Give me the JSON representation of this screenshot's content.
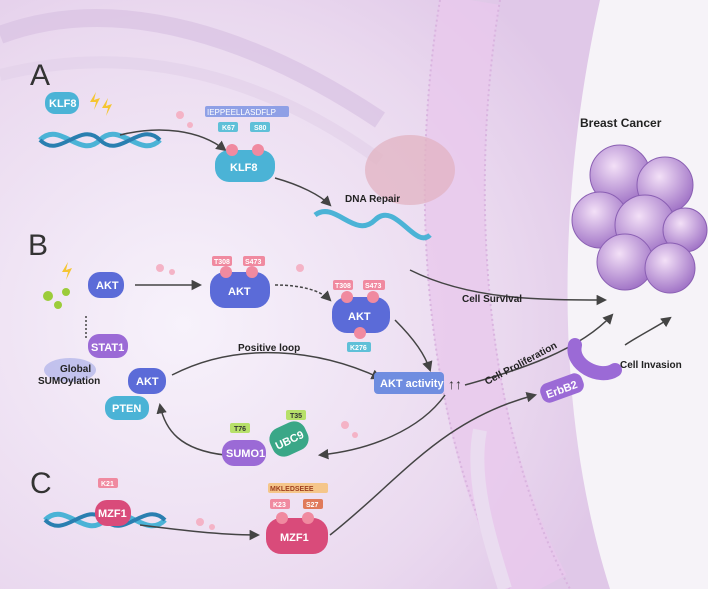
{
  "panels": {
    "a": "A",
    "b": "B",
    "c": "C"
  },
  "panel_a": {
    "klf8_top": "KLF8",
    "sequence": "IEPPEELLASDFLP",
    "site_k67": "K67",
    "site_s80": "S80",
    "klf8_main": "KLF8",
    "dna_repair": "DNA Repair"
  },
  "panel_b": {
    "akt1": "AKT",
    "akt2": "AKT",
    "akt2_t308": "T308",
    "akt2_s473": "S473",
    "akt3": "AKT",
    "akt3_t308": "T308",
    "akt3_s473": "S473",
    "akt3_k276": "K276",
    "stat1": "STAT1",
    "akt_sumo": "AKT",
    "pten": "PTEN",
    "global_sumo": "Global\nSUMOylation",
    "positive_loop": "Positive  loop",
    "akt_activity": "AKT activity",
    "up_arrows": "↑↑",
    "sumo1": "SUMO1",
    "sumo1_t76": "T76",
    "ubc9": "UBC9",
    "ubc9_t35": "T35"
  },
  "panel_c": {
    "k21": "K21",
    "mzf1_small": "MZF1",
    "motif": "MKLEDSEEE",
    "k23": "K23",
    "s27": "S27",
    "mzf1_main": "MZF1"
  },
  "outcomes": {
    "cell_survival": "Cell  Survival",
    "cell_proliferation": "Cell  Proliferation",
    "cell_invasion": "Cell Invasion",
    "erbb2": "ErbB2",
    "breast_cancer": "Breast Cancer"
  },
  "colors": {
    "akt": "#5b6bd8",
    "klf8": "#4bb3d6",
    "mzf1": "#d94b7a",
    "sumo": "#9b6ad6",
    "ubc9": "#3aa787",
    "tag_pink": "#f08aa0",
    "tag_blue": "#5fc0d8",
    "activity_box": "#6f8de0",
    "membrane": "#c79ad0"
  }
}
